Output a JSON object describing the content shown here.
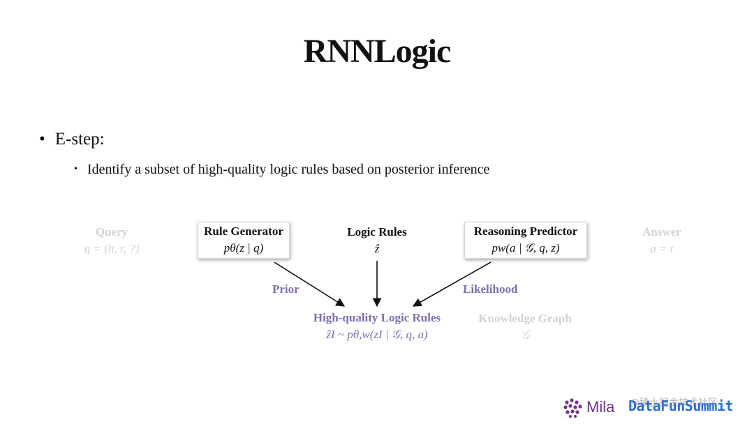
{
  "title": "RNNLogic",
  "bullets": {
    "level1": "E-step:",
    "level2": "Identify a subset of high-quality logic rules based on posterior inference"
  },
  "diagram": {
    "query": {
      "heading": "Query",
      "formula": "q = (h, r, ?)"
    },
    "rule_generator": {
      "heading": "Rule Generator",
      "formula": "pθ(z | q)"
    },
    "logic_rules": {
      "heading": "Logic Rules",
      "formula": "ẑ"
    },
    "reasoning_predictor": {
      "heading": "Reasoning Predictor",
      "formula": "pw(a | 𝒢, q, z)"
    },
    "answer": {
      "heading": "Answer",
      "formula": "a = t"
    },
    "high_quality": {
      "heading": "High-quality Logic Rules",
      "formula": "ẑI ~ pθ,w(zI | 𝒢, q, a)"
    },
    "knowledge_graph": {
      "heading": "Knowledge Graph",
      "formula": "𝒢"
    },
    "edge_labels": {
      "prior": "Prior",
      "likelihood": "Likelihood"
    },
    "colors": {
      "accent": "#7b70b0",
      "faded": "#d2d2d2",
      "text": "#111111"
    }
  },
  "logos": {
    "mila": "Mila",
    "datafun": "DataFunSummit",
    "watermark": "@稀土掘金技术社区"
  }
}
